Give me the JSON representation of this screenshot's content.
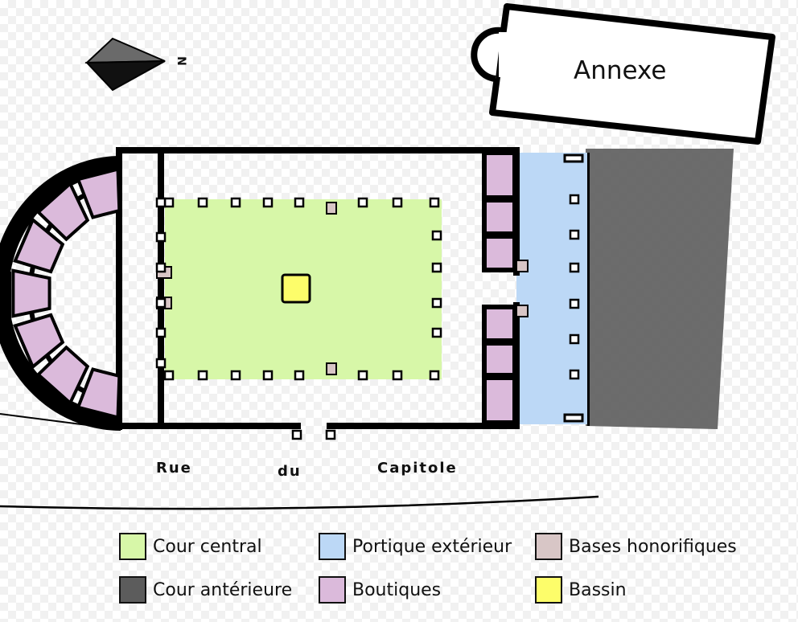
{
  "annexe": {
    "label": "Annexe"
  },
  "north": {
    "label": "N"
  },
  "street": {
    "words": [
      "Rue",
      "du",
      "Capitole"
    ]
  },
  "colors": {
    "cour_central": "#d7f7a8",
    "cour_anterieure": "#5c5c5c",
    "portique_exterieur": "#bcd8f6",
    "boutiques": "#dbbadb",
    "bases_honorifiques": "#d8c6c6",
    "bassin": "#fdfd6a",
    "wall": "#000000"
  },
  "legend": [
    {
      "label": "Cour central",
      "color": "#d7f7a8"
    },
    {
      "label": "Portique extérieur",
      "color": "#bcd8f6"
    },
    {
      "label": "Bases honorifiques",
      "color": "#d8c6c6"
    },
    {
      "label": "Cour antérieure",
      "color": "#5c5c5c"
    },
    {
      "label": "Boutiques",
      "color": "#dbbadb"
    },
    {
      "label": "Bassin",
      "color": "#fdfd6a"
    }
  ]
}
